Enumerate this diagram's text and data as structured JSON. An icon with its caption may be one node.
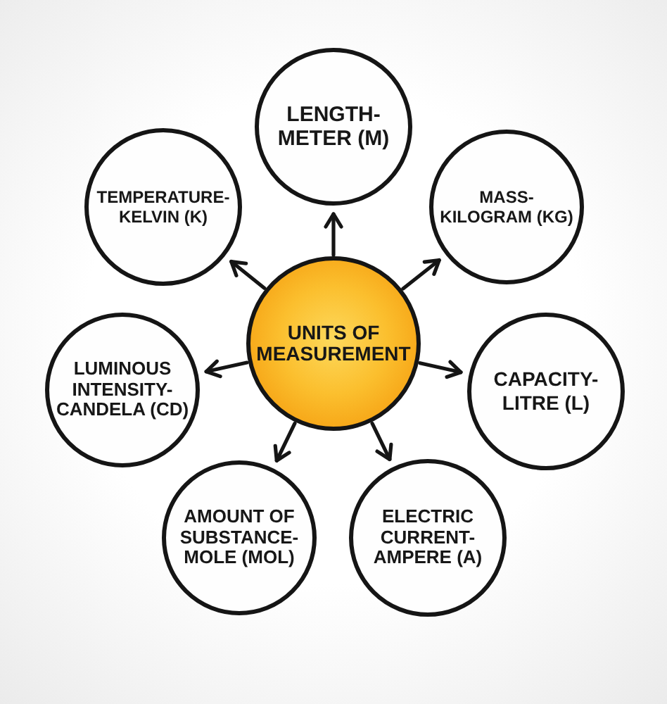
{
  "diagram": {
    "nodes": [
      {
        "text": [
          "LENGTH- METER (M)"
        ]
      },
      {
        "text": [
          "TEMPERATURE- KELVIN (K)"
        ]
      },
      {
        "text": [
          "MASS- KILOGRAM (KG)"
        ]
      },
      {
        "text": [
          "UNITS OF MEASUREMENT"
        ]
      },
      {
        "text": [
          "LUMINOUS INTENSITY- CANDELA (CD)"
        ]
      },
      {
        "text": [
          "CAPACITY- LITRE (L)"
        ]
      },
      {
        "text": [
          "AMOUNT OF SUBSTANCE- MOLE (MOL)"
        ]
      },
      {
        "text": [
          "ELECTRIC CURRENT- AMPERE (A)"
        ]
      }
    ],
    "edges": [
      {
        "from": 3,
        "to": 0,
        "arrow": "to"
      },
      {
        "from": 3,
        "to": 1,
        "arrow": "to"
      },
      {
        "from": 3,
        "to": 2,
        "arrow": "to"
      },
      {
        "from": 3,
        "to": 4,
        "arrow": "to"
      },
      {
        "from": 3,
        "to": 5,
        "arrow": "to"
      },
      {
        "from": 3,
        "to": 6,
        "arrow": "to"
      },
      {
        "from": 3,
        "to": 7,
        "arrow": "to"
      }
    ]
  }
}
